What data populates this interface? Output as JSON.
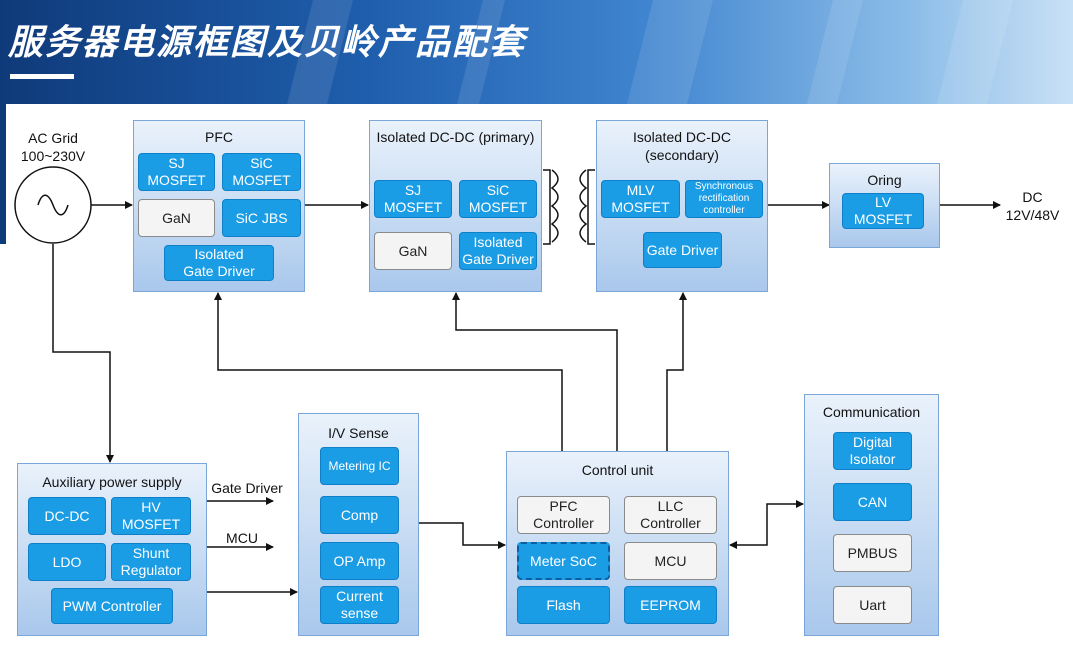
{
  "header": {
    "title": "服务器电源框图及贝岭产品配套"
  },
  "source": {
    "label": "AC Grid\n100~230V"
  },
  "output": {
    "label": "DC\n12V/48V"
  },
  "pfc": {
    "title": "PFC",
    "sj": "SJ\nMOSFET",
    "sic": "SiC\nMOSFET",
    "gan": "GaN",
    "sic_jbs": "SiC JBS",
    "gate": "Isolated\nGate Driver"
  },
  "dcdc_primary": {
    "title": "Isolated DC-DC\n(primary)",
    "sj": "SJ\nMOSFET",
    "sic": "SiC\nMOSFET",
    "gan": "GaN",
    "gate": "Isolated\nGate Driver"
  },
  "dcdc_secondary": {
    "title": "Isolated DC-DC\n(secondary)",
    "mlv": "MLV\nMOSFET",
    "sync": "Synchronous\nrectification\ncontroller",
    "gate": "Gate Driver"
  },
  "oring": {
    "title": "Oring",
    "lv": "LV\nMOSFET"
  },
  "aux": {
    "title": "Auxiliary power supply",
    "dcdc": "DC-DC",
    "hv": "HV\nMOSFET",
    "ldo": "LDO",
    "shunt": "Shunt\nRegulator",
    "pwm": "PWM Controller"
  },
  "aux_outputs": {
    "gate": "Gate Driver",
    "mcu": "MCU"
  },
  "iv": {
    "title": "I/V Sense",
    "metering": "Metering IC",
    "comp": "Comp",
    "opamp": "OP Amp",
    "current": "Current\nsense"
  },
  "control": {
    "title": "Control unit",
    "pfc": "PFC\nController",
    "llc": "LLC\nController",
    "meter": "Meter SoC",
    "mcu": "MCU",
    "flash": "Flash",
    "eeprom": "EEPROM"
  },
  "comm": {
    "title": "Communication",
    "isolator": "Digital\nIsolator",
    "can": "CAN",
    "pmbus": "PMBUS",
    "uart": "Uart"
  },
  "colors": {
    "chip_blue": "#1b9de6",
    "block_top": "#eaf2fb",
    "block_bottom": "#a9c8ec",
    "banner": "#1f5fae"
  }
}
